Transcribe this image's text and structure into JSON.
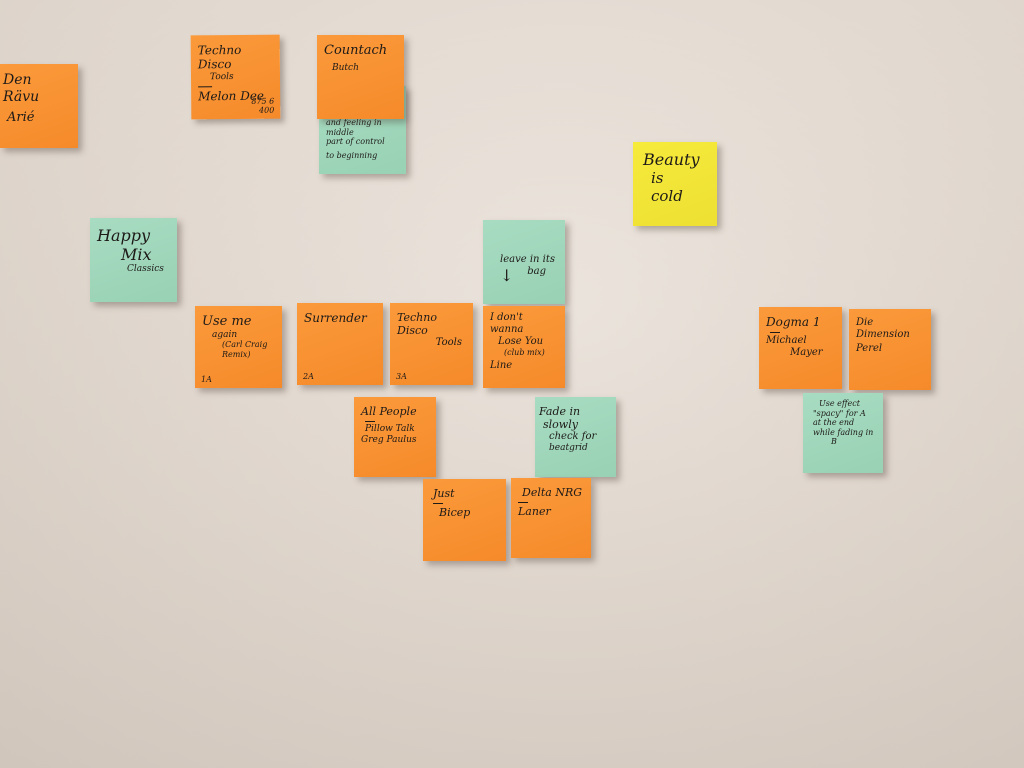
{
  "notes": {
    "den_rave": {
      "line1": "Den Rävu",
      "line2": "Arié"
    },
    "techno_disco_top": {
      "line1": "Techno Disco",
      "line2": "Tools",
      "line3": "Melon Dee",
      "corner": "875 6 400"
    },
    "countach": {
      "line1": "Countach",
      "line2": "Butch"
    },
    "countach_under": {
      "line1": "and feeling in middle",
      "line2": "part of control",
      "line3": "to beginning"
    },
    "beauty": {
      "line1": "Beauty",
      "line2": "is",
      "line3": "cold"
    },
    "happy_mix": {
      "line1": "Happy",
      "line2": "Mix",
      "line3": "Classics"
    },
    "leave_in": {
      "line1": "leave in its",
      "arrow": "↓",
      "line2": "bag"
    },
    "use_me_again": {
      "line1": "Use me",
      "line2": "again",
      "line3": "(Carl Craig Remix)",
      "num": "1A"
    },
    "surrender": {
      "line1": "Surrender",
      "num": "2A"
    },
    "techno_disco_tools": {
      "line1": "Techno Disco",
      "line2": "Tools",
      "num": "3A"
    },
    "dont_wanna": {
      "line1": "I don't wanna",
      "line2": "Lose You",
      "line3": "(club mix)",
      "line4": "Line"
    },
    "dogma": {
      "line1": "Dogma 1",
      "line2": "Michael",
      "line3": "Mayer"
    },
    "die_dimension": {
      "line1": "Die Dimension",
      "line2": "Perel"
    },
    "all_people": {
      "line1": "All People",
      "line2": "Pillow Talk",
      "line3": "Greg Paulus"
    },
    "fade_in": {
      "line1": "Fade in",
      "line2": "slowly",
      "line3": "check for",
      "line4": "beatgrid"
    },
    "use_effect": {
      "line1": "Use effect",
      "line2": "\"spacy\" for A",
      "line3": "at the end",
      "line4": "while fading in",
      "line5": "B"
    },
    "just": {
      "line1": "Just",
      "line2": "Bicep"
    },
    "delta_nrg": {
      "line1": "Delta NRG",
      "line2": "Laner"
    }
  }
}
